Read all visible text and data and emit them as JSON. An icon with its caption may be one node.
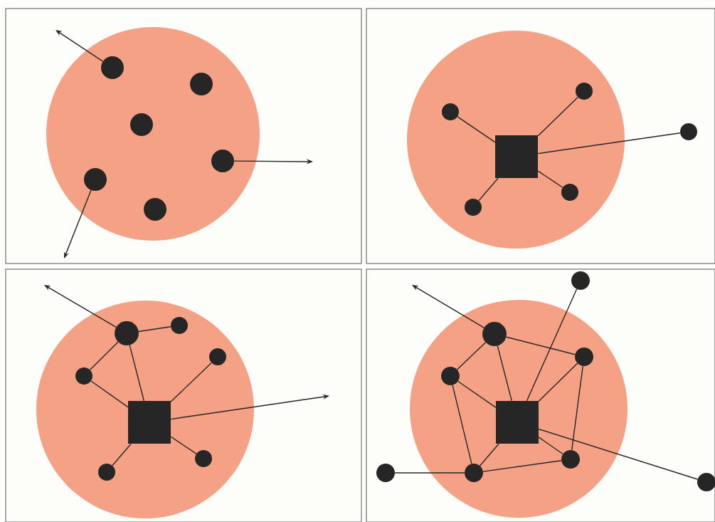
{
  "diagram": {
    "nodes": [
      {
        "text": [],
        "shape": "circle"
      },
      {
        "text": [],
        "shape": "circle"
      },
      {
        "text": [],
        "shape": "circle"
      },
      {
        "text": [],
        "shape": "circle"
      },
      {
        "text": [],
        "shape": "circle"
      },
      {
        "text": [],
        "shape": "circle"
      },
      {
        "text": [],
        "shape": "circle"
      },
      {
        "text": [],
        "shape": "circle"
      },
      {
        "text": [],
        "shape": "box"
      },
      {
        "text": [],
        "shape": "circle"
      },
      {
        "text": [],
        "shape": "circle"
      },
      {
        "text": [],
        "shape": "circle"
      },
      {
        "text": [],
        "shape": "circle"
      },
      {
        "text": [],
        "shape": "circle"
      },
      {
        "text": [],
        "shape": "circle"
      },
      {
        "text": [],
        "shape": "circle"
      },
      {
        "text": [],
        "shape": "box"
      },
      {
        "text": [],
        "shape": "circle"
      },
      {
        "text": [],
        "shape": "circle"
      },
      {
        "text": [],
        "shape": "circle"
      },
      {
        "text": [],
        "shape": "circle"
      },
      {
        "text": [],
        "shape": "circle"
      },
      {
        "text": [],
        "shape": "circle"
      },
      {
        "text": [],
        "shape": "box"
      },
      {
        "text": [],
        "shape": "circle"
      },
      {
        "text": [],
        "shape": "circle"
      },
      {
        "text": [],
        "shape": "circle"
      },
      {
        "text": [],
        "shape": "circle"
      }
    ],
    "edges": [
      {
        "from": 0,
        "to": null,
        "arrow": "to"
      },
      {
        "from": 3,
        "to": null,
        "arrow": "to"
      },
      {
        "from": 4,
        "to": null,
        "arrow": "to"
      },
      {
        "from": 8,
        "to": 6,
        "arrow": "none"
      },
      {
        "from": 8,
        "to": 7,
        "arrow": "none"
      },
      {
        "from": 8,
        "to": 9,
        "arrow": "none"
      },
      {
        "from": 8,
        "to": 10,
        "arrow": "none"
      },
      {
        "from": 8,
        "to": 11,
        "arrow": "none"
      },
      {
        "from": 12,
        "to": null,
        "arrow": "to"
      },
      {
        "from": 12,
        "to": 13,
        "arrow": "none"
      },
      {
        "from": 12,
        "to": 14,
        "arrow": "none"
      },
      {
        "from": 12,
        "to": 16,
        "arrow": "none"
      },
      {
        "from": 14,
        "to": 16,
        "arrow": "none"
      },
      {
        "from": 16,
        "to": 15,
        "arrow": "none"
      },
      {
        "from": 16,
        "to": 17,
        "arrow": "none"
      },
      {
        "from": 16,
        "to": 18,
        "arrow": "none"
      },
      {
        "from": 16,
        "to": null,
        "arrow": "to"
      },
      {
        "from": 20,
        "to": null,
        "arrow": "to"
      },
      {
        "from": 20,
        "to": 21,
        "arrow": "none"
      },
      {
        "from": 20,
        "to": 22,
        "arrow": "none"
      },
      {
        "from": 20,
        "to": 23,
        "arrow": "none"
      },
      {
        "from": 19,
        "to": 23,
        "arrow": "none"
      },
      {
        "from": 21,
        "to": 23,
        "arrow": "none"
      },
      {
        "from": 21,
        "to": 24,
        "arrow": "none"
      },
      {
        "from": 22,
        "to": 23,
        "arrow": "none"
      },
      {
        "from": 22,
        "to": 26,
        "arrow": "none"
      },
      {
        "from": 23,
        "to": 26,
        "arrow": "none"
      },
      {
        "from": 23,
        "to": 24,
        "arrow": "none"
      },
      {
        "from": 26,
        "to": 24,
        "arrow": "none"
      },
      {
        "from": 25,
        "to": 26,
        "arrow": "none"
      },
      {
        "from": 23,
        "to": 27,
        "arrow": "none"
      }
    ]
  }
}
